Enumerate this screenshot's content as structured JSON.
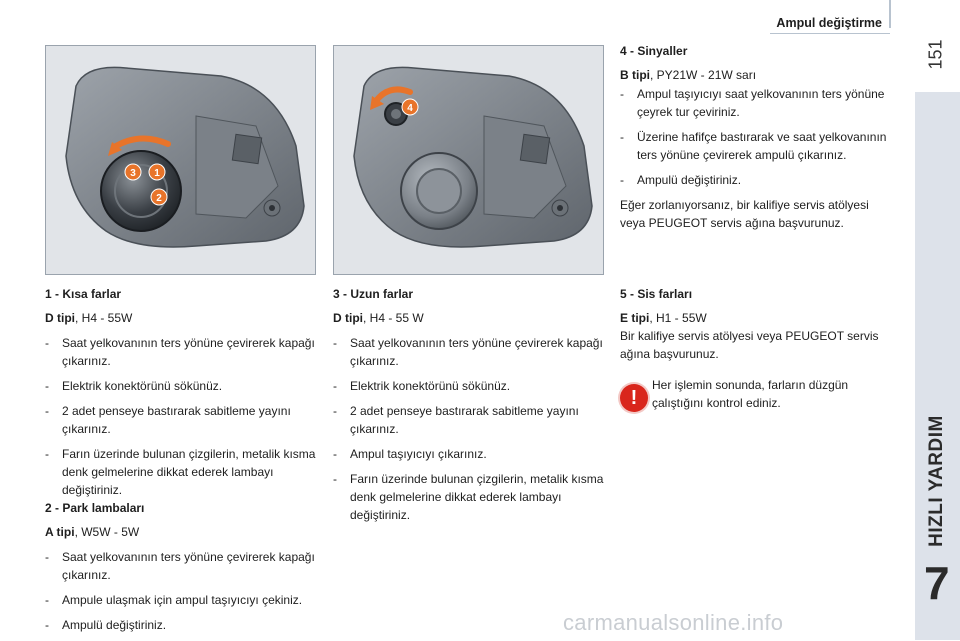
{
  "header": {
    "section_title": "Ampul değiştirme",
    "page_number": "151"
  },
  "side_tab": {
    "title": "HIZLI YARDIM",
    "chapter": "7"
  },
  "figures": {
    "left": {
      "badges": [
        "3",
        "1",
        "2"
      ]
    },
    "middle": {
      "badges": [
        "4"
      ]
    }
  },
  "colors": {
    "side_band": "#dde2ea",
    "badge": "#e8742a",
    "warning": "#d9261c"
  },
  "sections": {
    "s1": {
      "title": "1 - Kısa farlar",
      "type_label": "D tipi",
      "type_value": ", H4 - 55W",
      "steps": [
        "Saat yelkovanının ters yönüne çevirerek kapağı çıkarınız.",
        "Elektrik konektörünü sökünüz.",
        "2 adet penseye bastırarak sabitleme yayını çıkarınız.",
        "Farın üzerinde bulunan çizgilerin, metalik kısma denk gelmelerine dikkat ederek lambayı değiştiriniz."
      ]
    },
    "s2": {
      "title": "2 - Park lambaları",
      "type_label": "A tipi",
      "type_value": ", W5W - 5W",
      "steps": [
        "Saat yelkovanının ters yönüne çevirerek kapağı çıkarınız.",
        "Ampule ulaşmak için ampul taşıyıcıyı çekiniz.",
        "Ampulü değiştiriniz."
      ]
    },
    "s3": {
      "title": "3 - Uzun farlar",
      "type_label": "D tipi",
      "type_value": ", H4 - 55 W",
      "steps": [
        "Saat yelkovanının ters yönüne çevirerek kapağı çıkarınız.",
        "Elektrik konektörünü sökünüz.",
        "2 adet penseye bastırarak sabitleme yayını çıkarınız.",
        "Ampul taşıyıcıyı çıkarınız.",
        "Farın üzerinde bulunan çizgilerin, metalik kısma denk gelmelerine dikkat ederek lambayı değiştiriniz."
      ]
    },
    "s4": {
      "title": "4 - Sinyaller",
      "type_label": "B tipi",
      "type_value": ", PY21W - 21W sarı",
      "steps": [
        "Ampul taşıyıcıyı saat yelkovanının ters yönüne çeyrek tur çeviriniz.",
        "Üzerine hafifçe bastırarak ve saat yelkovanının ters yönüne çevirerek ampulü çıkarınız.",
        "Ampulü değiştiriniz."
      ],
      "note": "Eğer zorlanıyorsanız, bir kalifiye servis atölyesi veya PEUGEOT servis ağına başvurunuz."
    },
    "s5": {
      "title": "5 - Sis farları",
      "type_label": "E tipi",
      "type_value": ", H1 - 55W",
      "note": "Bir kalifiye servis atölyesi veya PEUGEOT servis ağına başvurunuz."
    }
  },
  "warning": {
    "icon": "!",
    "text": "Her işlemin sonunda, farların düzgün çalıştığını kontrol ediniz."
  },
  "watermark": "carmanualsonline.info"
}
